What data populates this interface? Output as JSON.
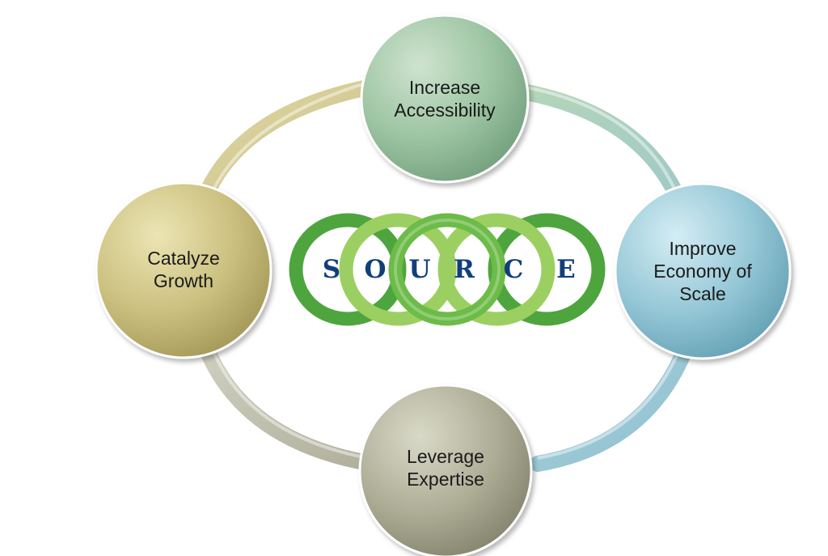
{
  "nodes": {
    "top": {
      "lines": [
        "Increase",
        "Accessibility"
      ]
    },
    "right": {
      "lines": [
        "Improve",
        "Economy of",
        "Scale"
      ]
    },
    "bottom": {
      "lines": [
        "Leverage",
        "Expertise"
      ]
    },
    "left": {
      "lines": [
        "Catalyze",
        "Growth"
      ]
    }
  },
  "logo": {
    "letters": [
      "S",
      "O",
      "U",
      "R",
      "C",
      "E"
    ]
  },
  "colors": {
    "green_node": "#8fbc9a",
    "blue_node": "#8ec3d3",
    "gray_node": "#a8aa92",
    "gold_node": "#c9c07d",
    "logo_text": "#123f7a",
    "logo_ring_dark": "#4ea53e",
    "logo_ring_light": "#9ccf61"
  }
}
